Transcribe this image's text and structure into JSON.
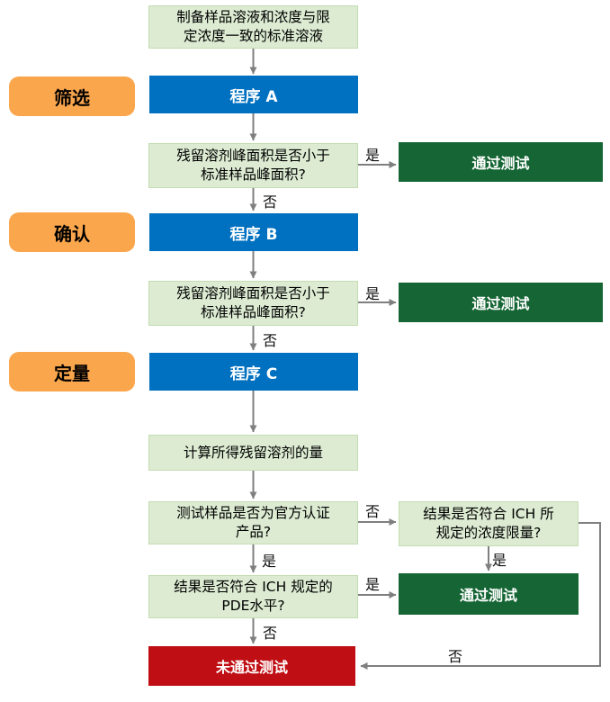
{
  "colors": {
    "box-light-green": "#DCEBD2",
    "box-light-green-border": "#C3DDB2",
    "box-orange": "#FAA64C",
    "box-blue": "#0070C0",
    "box-dark-green": "#166635",
    "box-red": "#C00F14",
    "line-gray": "#7F7F7F"
  },
  "stages": {
    "screening": "筛选",
    "confirmation": "确认",
    "quantification": "定量"
  },
  "nodes": {
    "prepare": {
      "line1": "制备样品溶液和浓度与限",
      "line2": "定浓度一致的标准溶液"
    },
    "procedure_a": "程序 A",
    "decision_peak_1": {
      "line1": "残留溶剂峰面积是否小于",
      "line2": "标准样品峰面积?"
    },
    "pass_1": "通过测试",
    "procedure_b": "程序 B",
    "decision_peak_2": {
      "line1": "残留溶剂峰面积是否小于",
      "line2": "标准样品峰面积?"
    },
    "pass_2": "通过测试",
    "procedure_c": "程序 C",
    "calculate": "计算所得残留溶剂的量",
    "decision_official": {
      "line1": "测试样品是否为官方认证",
      "line2": "产品?"
    },
    "decision_ich_limit": {
      "line1": "结果是否符合 ICH 所",
      "line2": "规定的浓度限量?"
    },
    "decision_pde": {
      "line1": "结果是否符合 ICH 规定的",
      "line2": "PDE水平?"
    },
    "pass_3": "通过测试",
    "fail": "未通过测试"
  },
  "edge_labels": {
    "yes": "是",
    "no": "否"
  }
}
